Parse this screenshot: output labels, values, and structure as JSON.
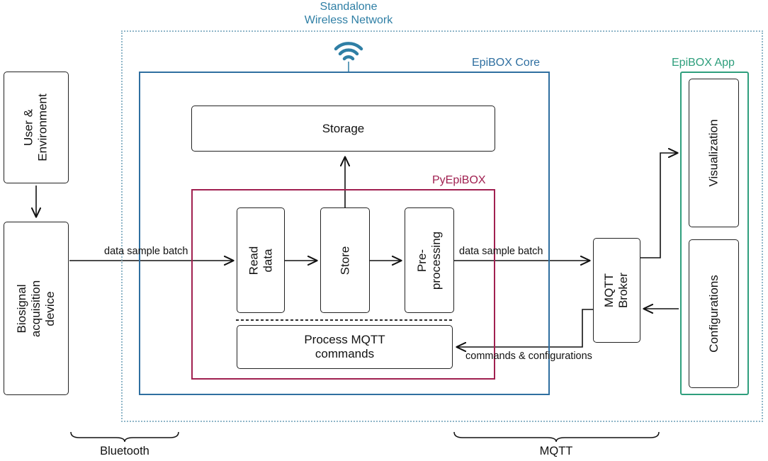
{
  "network": {
    "title": "Standalone\nWireless Network",
    "color": "#2f7fa5",
    "icon": "wifi-icon"
  },
  "core": {
    "title": "EpiBOX Core",
    "color": "#2f6fa0"
  },
  "pyepibox": {
    "title": "PyEpiBOX",
    "color": "#a02050"
  },
  "app": {
    "title": "EpiBOX App",
    "color": "#2e9e7c",
    "modules": [
      "Visualization",
      "Configurations"
    ]
  },
  "left": {
    "user": "User &\nEnvironment",
    "device": "Biosignal\nacquisition device"
  },
  "storage": "Storage",
  "pipeline": [
    "Read\ndata",
    "Store",
    "Pre-\nprocessing"
  ],
  "process_mqtt": "Process MQTT\ncommands",
  "broker": "MQTT\nBroker",
  "edges": {
    "input": "data sample batch",
    "output": "data sample batch",
    "commands": "commands & configurations"
  },
  "braces": {
    "left": "Bluetooth",
    "right": "MQTT"
  }
}
